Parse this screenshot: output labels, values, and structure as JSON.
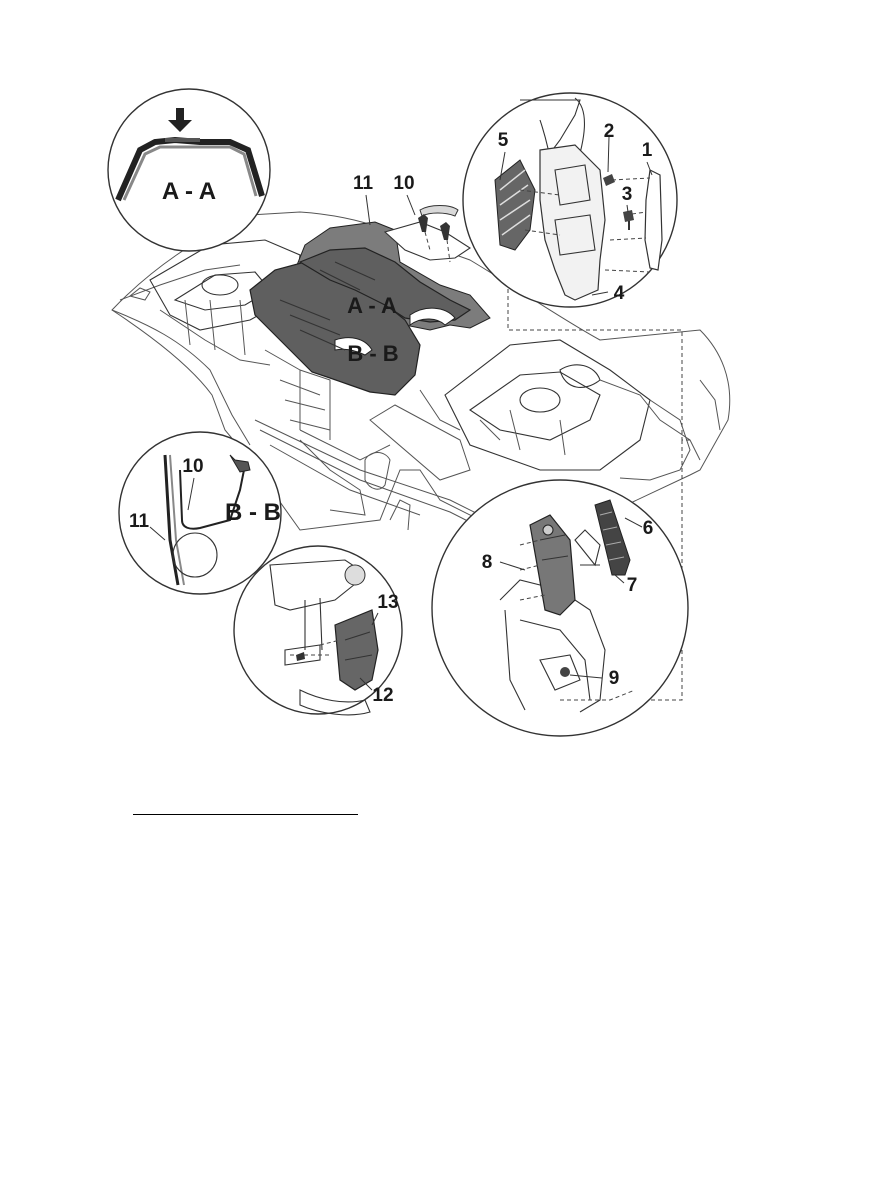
{
  "callouts": {
    "c1": "1",
    "c2": "2",
    "c3": "3",
    "c4": "4",
    "c5": "5",
    "c6": "6",
    "c7": "7",
    "c8": "8",
    "c9": "9",
    "c10_main": "10",
    "c11_main": "11",
    "c10_detail": "10",
    "c11_detail": "11",
    "c12": "12",
    "c13": "13"
  },
  "sections": {
    "aa_detail": "A - A",
    "aa_main": "A - A",
    "bb_main": "B - B",
    "bb_detail": "B - B"
  }
}
